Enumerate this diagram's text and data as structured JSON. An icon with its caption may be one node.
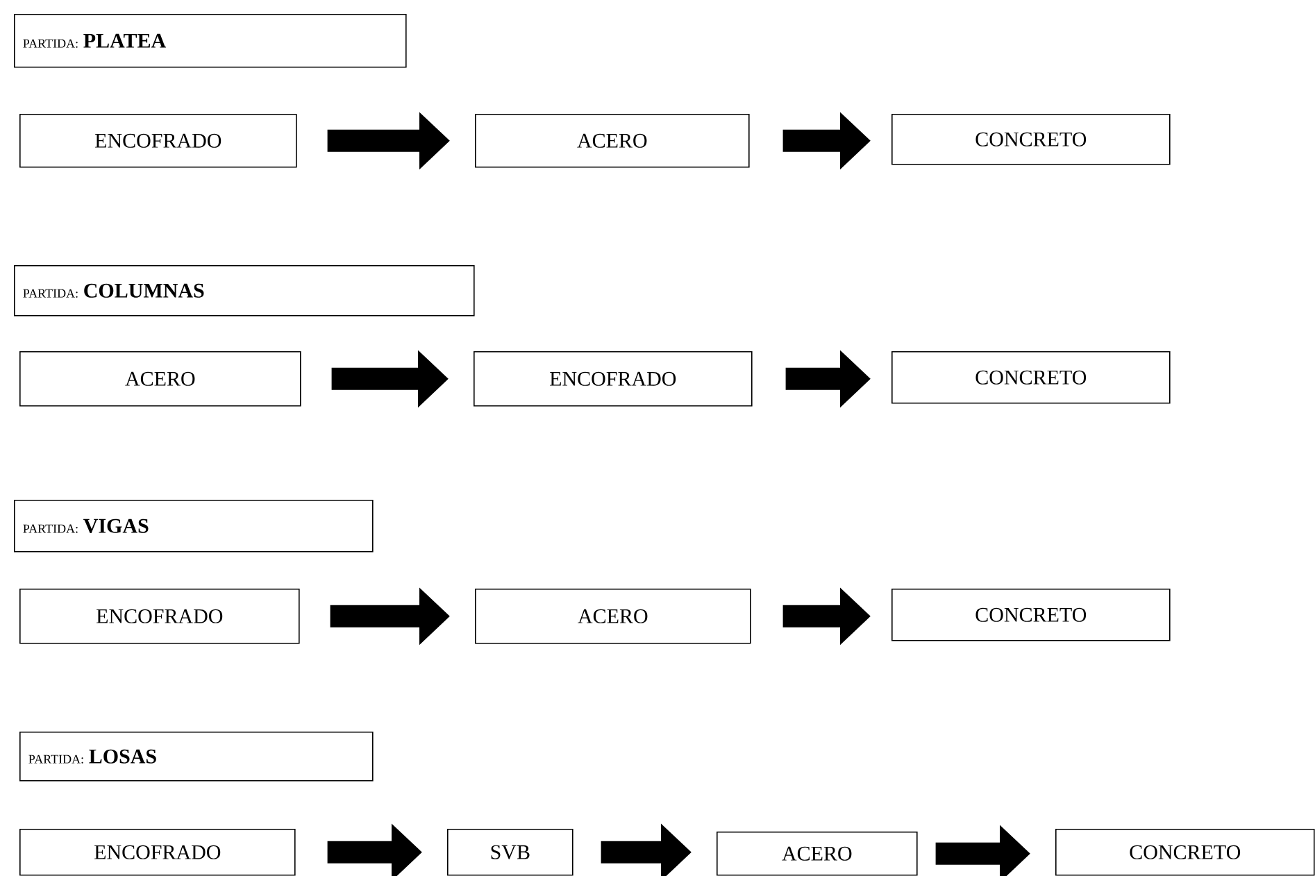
{
  "diagram": {
    "nodes": [
      {
        "text": [
          "PARTIDA:",
          "PLATEA"
        ]
      },
      {
        "text": [
          "ENCOFRADO"
        ]
      },
      {
        "text": [
          "ACERO"
        ]
      },
      {
        "text": [
          "CONCRETO"
        ]
      },
      {
        "text": [
          "PARTIDA:",
          "COLUMNAS"
        ]
      },
      {
        "text": [
          "ACERO"
        ]
      },
      {
        "text": [
          "ENCOFRADO"
        ]
      },
      {
        "text": [
          "CONCRETO"
        ]
      },
      {
        "text": [
          "PARTIDA:",
          "VIGAS"
        ]
      },
      {
        "text": [
          "ENCOFRADO"
        ]
      },
      {
        "text": [
          "ACERO"
        ]
      },
      {
        "text": [
          "CONCRETO"
        ]
      },
      {
        "text": [
          "PARTIDA:",
          "LOSAS"
        ]
      },
      {
        "text": [
          "ENCOFRADO"
        ]
      },
      {
        "text": [
          "SVB"
        ]
      },
      {
        "text": [
          "ACERO"
        ]
      },
      {
        "text": [
          "CONCRETO"
        ]
      }
    ],
    "edges": [
      {
        "from": 1,
        "to": 2,
        "arrow": "to"
      },
      {
        "from": 2,
        "to": 3,
        "arrow": "to"
      },
      {
        "from": 5,
        "to": 6,
        "arrow": "to"
      },
      {
        "from": 6,
        "to": 7,
        "arrow": "to"
      },
      {
        "from": 9,
        "to": 10,
        "arrow": "to"
      },
      {
        "from": 10,
        "to": 11,
        "arrow": "to"
      },
      {
        "from": 13,
        "to": 14,
        "arrow": "to"
      },
      {
        "from": 14,
        "to": 15,
        "arrow": "to"
      },
      {
        "from": 15,
        "to": 16,
        "arrow": "to"
      }
    ]
  }
}
